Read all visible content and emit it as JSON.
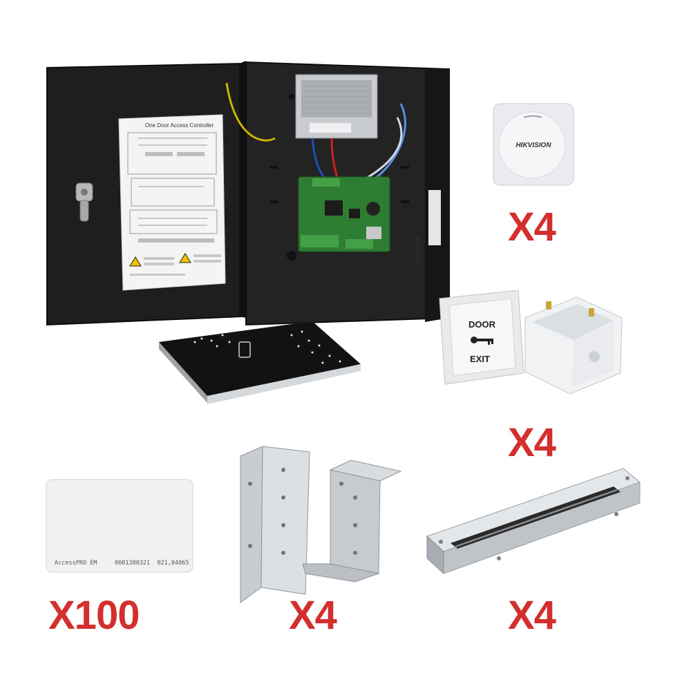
{
  "colors": {
    "quantity_red": "#d32f2f",
    "cabinet_black": "#1c1c1c",
    "pcb_green": "#2e7d32",
    "silver": "#c9cdd2"
  },
  "controller": {
    "doc_title": "One Door Access Controller",
    "side_brand": "HIKVISION"
  },
  "reader": {
    "brand": "HIKVISION",
    "quantity": "X4"
  },
  "exit_button": {
    "line1": "DOOR",
    "line2": "EXIT",
    "quantity": "X4"
  },
  "card": {
    "print": "AccessPRO EM     0001380321  021,04065",
    "quantity": "X100"
  },
  "brackets": {
    "quantity": "X4"
  },
  "maglock": {
    "quantity": "X4"
  }
}
